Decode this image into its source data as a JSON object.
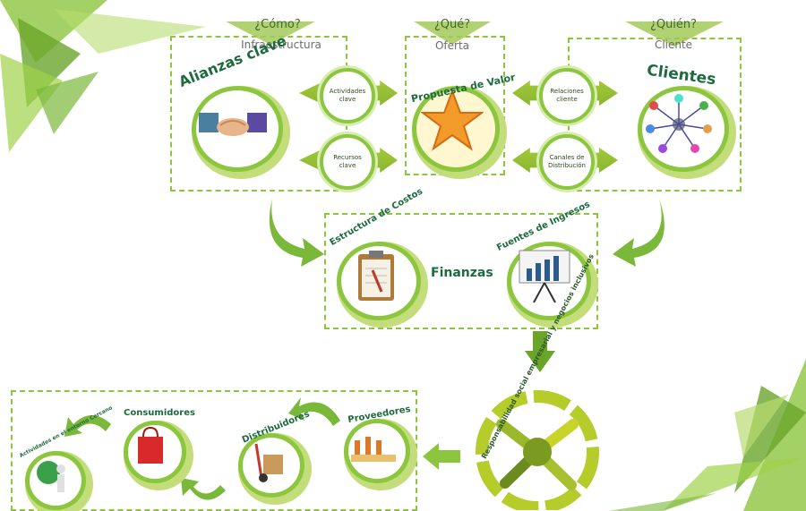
{
  "sections": {
    "como": {
      "question": "¿Cómo?",
      "subtitle": "Infraestructura"
    },
    "que": {
      "question": "¿Qué?",
      "subtitle": "Oferta"
    },
    "quien": {
      "question": "¿Quién?",
      "subtitle": "Cliente"
    }
  },
  "blocks": {
    "alianzas": "Alianzas clave",
    "propuesta": "Propuesta de Valor",
    "clientes": "Clientes",
    "actividades": "Actividades clave",
    "recursos": "Recursos clave",
    "relaciones": "Relaciones cliente",
    "canales": "Canales de Distribución",
    "costos": "Estructura de Costos",
    "ingresos": "Fuentes de Ingresos",
    "finanzas": "Finanzas",
    "responsabilidad": "Responsabilidad social empresarial y negocios inclusivos",
    "proveedores": "Proveedores",
    "distribuidores": "Distribuidores",
    "consumidores": "Consumidores",
    "actividades_entorno": "Actividades en el entorno Cercano"
  },
  "colors": {
    "accent": "#8cc63f",
    "dark_green": "#1d6b3c",
    "arrow_green": "#9fc63b"
  }
}
